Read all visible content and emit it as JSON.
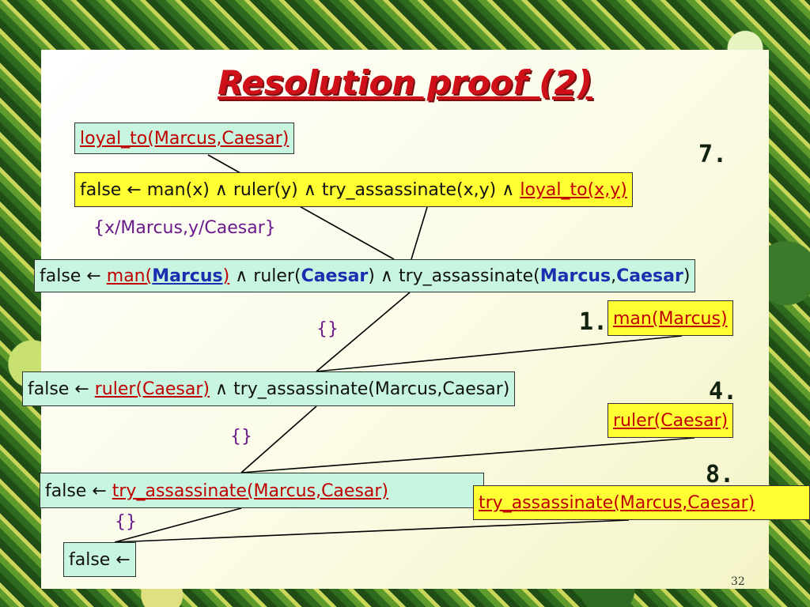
{
  "slide": {
    "title": "Resolution proof (2)",
    "page_number": "32"
  },
  "clauses": {
    "goal": "loyal_to(Marcus,Caesar)",
    "c7": {
      "pre": "false ← man(x) ∧ ruler(y) ∧ try_assassinate(x,y) ∧ ",
      "red": "loyal_to(x,y)"
    },
    "r1": {
      "false": "false ← ",
      "man_open": "man(",
      "man_arg": "Marcus",
      "man_close": ")",
      "and1": " ∧ ruler(",
      "ruler_arg": "Caesar",
      "and2": ") ∧ try_assassinate(",
      "ta_arg1": "Marcus",
      "comma": ",",
      "ta_arg2": "Caesar",
      "close": ")"
    },
    "f1": "man(Marcus)",
    "r2": {
      "pre": "false ← ",
      "red": "ruler(Caesar)",
      "post": " ∧ try_assassinate(Marcus,Caesar)"
    },
    "f4": "ruler(Caesar)",
    "r3": {
      "pre": "false ← ",
      "red": "try_assassinate(Marcus,Caesar)"
    },
    "f8": "try_assassinate(Marcus,Caesar)",
    "final": "false ←"
  },
  "labels": {
    "n7": "7.",
    "n1": "1.",
    "n4": "4.",
    "n8": "8."
  },
  "substitutions": {
    "s1": "{x/Marcus,y/Caesar}",
    "s2": "{}",
    "s3": "{}",
    "s4": "{}"
  }
}
